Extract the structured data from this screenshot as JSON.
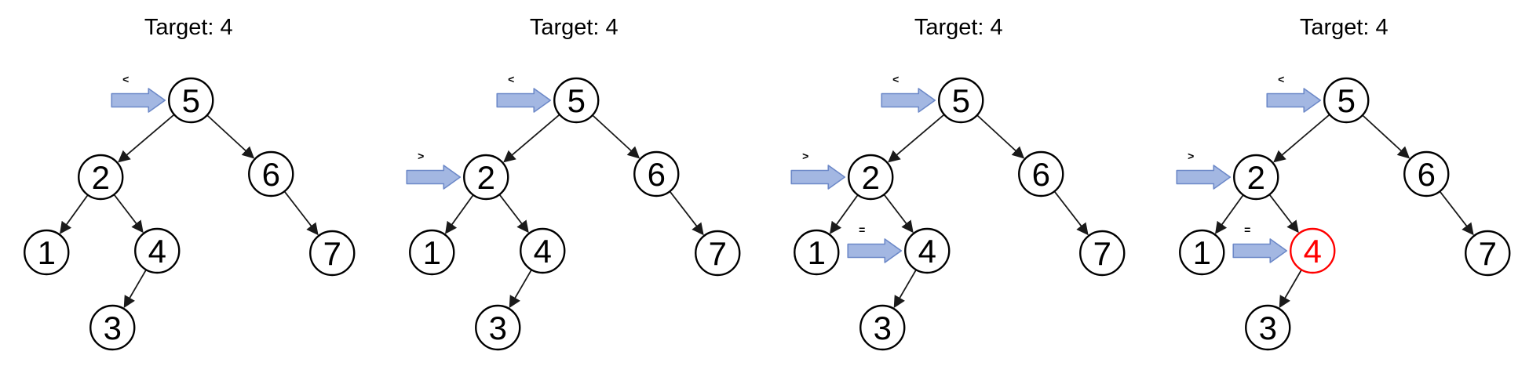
{
  "figure": {
    "panels": [
      {
        "title": "Target: 4",
        "pointers": [
          {
            "node": "5",
            "op": "<"
          }
        ],
        "found_node": null
      },
      {
        "title": "Target: 4",
        "pointers": [
          {
            "node": "5",
            "op": "<"
          },
          {
            "node": "2",
            "op": ">"
          }
        ],
        "found_node": null
      },
      {
        "title": "Target: 4",
        "pointers": [
          {
            "node": "5",
            "op": "<"
          },
          {
            "node": "2",
            "op": ">"
          },
          {
            "node": "4",
            "op": "="
          }
        ],
        "found_node": null
      },
      {
        "title": "Target: 4",
        "pointers": [
          {
            "node": "5",
            "op": "<"
          },
          {
            "node": "2",
            "op": ">"
          },
          {
            "node": "4",
            "op": "="
          }
        ],
        "found_node": "4"
      }
    ],
    "tree": {
      "node_labels": [
        "5",
        "2",
        "6",
        "1",
        "4",
        "7",
        "3"
      ],
      "edges": [
        [
          "5",
          "2"
        ],
        [
          "5",
          "6"
        ],
        [
          "2",
          "1"
        ],
        [
          "2",
          "4"
        ],
        [
          "6",
          "7"
        ],
        [
          "4",
          "3"
        ]
      ]
    },
    "colors": {
      "node_fill": "#ffffff",
      "node_stroke": "#000000",
      "node_text": "#000000",
      "found_highlight": "#ff0000",
      "pointer_fill": "#a3b7e2",
      "pointer_stroke": "#6d89c8",
      "edge": "#1a1a1a",
      "title_text": "#000000"
    }
  }
}
